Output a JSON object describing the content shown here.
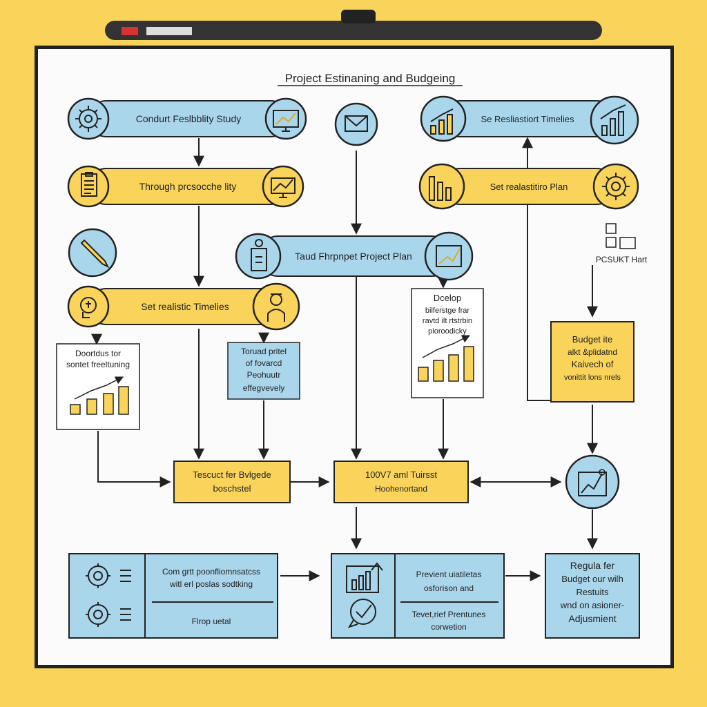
{
  "title": "Project Estinaning and Budgeing",
  "pills": {
    "feasibility": "Condurt Feslbblity Study",
    "through": "Through prcsocche lity",
    "timelines_left": "Set realistic Timelies",
    "project_plan": "Taud Fhrpnpet Project Plan",
    "timelines_right": "Se Resliastiort Timelies",
    "plan_right": "Set realastitiro Plan"
  },
  "small_label": "PCSUKT Hart",
  "notes": {
    "doctors": [
      "Doortdus tor",
      "sontet freeltuning"
    ],
    "toruad": [
      "Toruad pritel",
      "of fovarcd",
      "Peohuutr",
      "effegvevely"
    ],
    "develop": [
      "Dcelop",
      "bilferstge frar",
      "ravtd ilt rtstrbin",
      "pioroodicky"
    ],
    "budget": [
      "Budget ite",
      "alkt &plidatnd",
      "Kaivech of",
      "vonittit lons nrels"
    ]
  },
  "boxes": {
    "tesouct": [
      "Tescuct fer Bvlgede",
      "boschstel"
    ],
    "center": [
      "100V7 aml Tuirsst",
      "Hoohenortand"
    ]
  },
  "bottom": {
    "left_top": [
      "Com grtt poonfliomnsatcss",
      "witl erl poslas sodtking"
    ],
    "left_bottom": "Flrop uetal",
    "mid_top": [
      "Previent uiatiletas",
      "osforison and"
    ],
    "mid_bottom": [
      "Tevet,rief Prentunes",
      "corwetion"
    ],
    "right": [
      "Regula fer",
      "Budget our wilh",
      "Restuits",
      "wnd on asioner-",
      "Adjusmient"
    ]
  },
  "colors": {
    "yellow": "#fad45a",
    "blue": "#aad6ec",
    "ink": "#222222",
    "board": "#fbfbfb"
  }
}
